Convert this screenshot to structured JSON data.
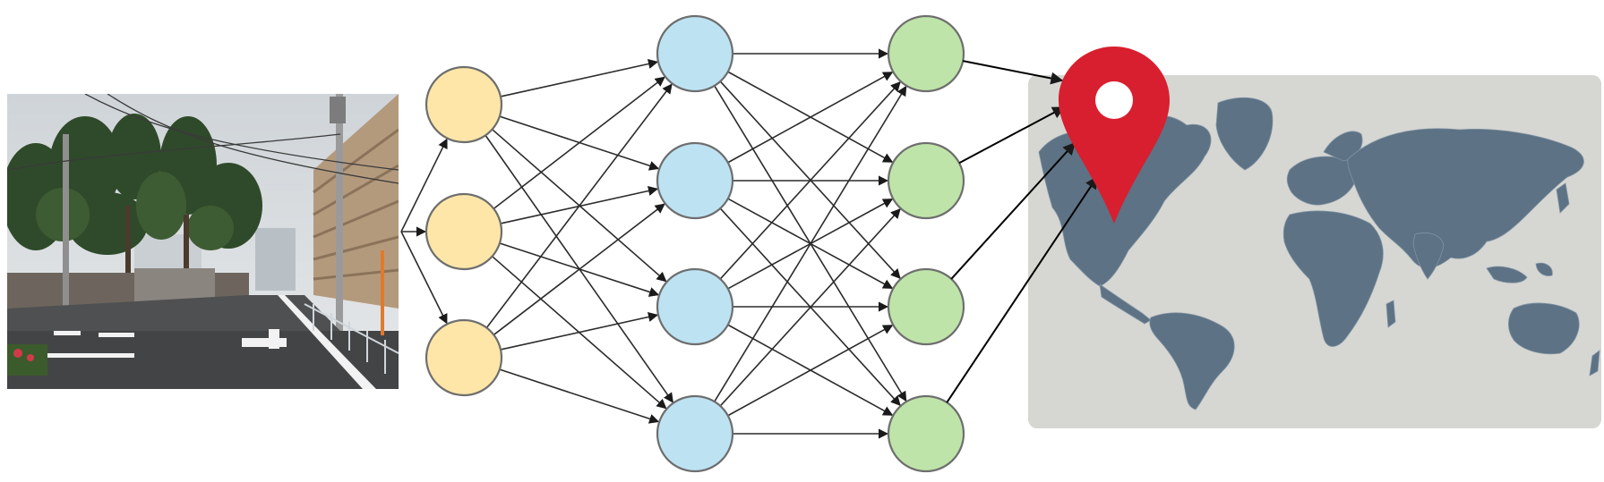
{
  "diagram": {
    "colors": {
      "input_layer": "#fde6a8",
      "hidden_layer": "#bde3f3",
      "output_layer": "#bfe4a9",
      "node_stroke": "#6e6e6e",
      "edge": "#2b2b2b",
      "map_background": "#d6d6d2",
      "land": "#5d7284",
      "pin": "#d81f2f",
      "pin_hole": "#ffffff"
    },
    "layers": [
      {
        "name": "input",
        "node_count": 3
      },
      {
        "name": "hidden",
        "node_count": 4
      },
      {
        "name": "output",
        "node_count": 4
      }
    ],
    "photo": {
      "subject": "street-scene-photo",
      "text": ""
    },
    "map": {
      "subject": "world-map",
      "marker": "location-pin-icon"
    }
  }
}
